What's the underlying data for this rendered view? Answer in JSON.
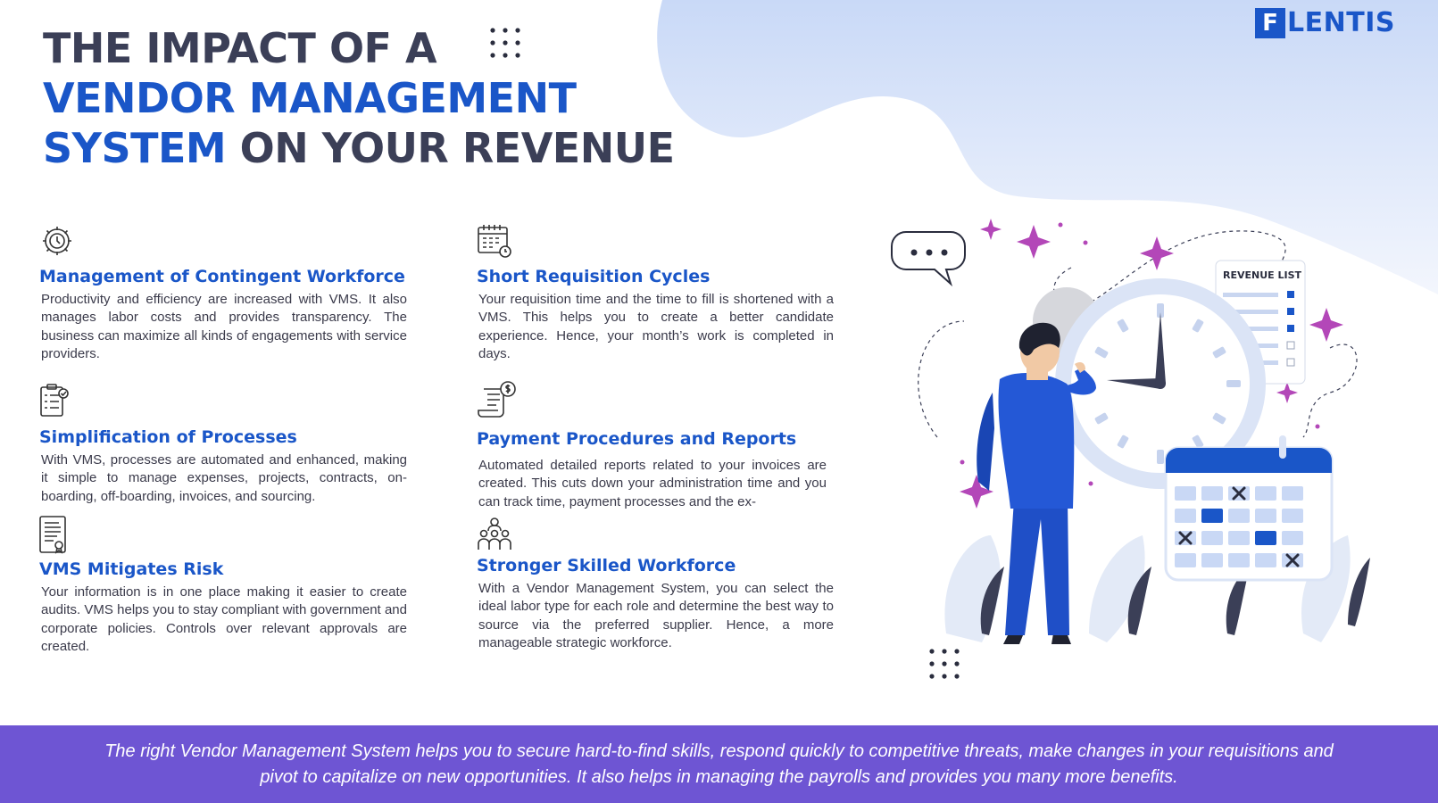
{
  "brand": {
    "logo_letter": "F",
    "logo_text": "LENTIS"
  },
  "title": {
    "line1": "THE IMPACT OF A",
    "line2": "VENDOR MANAGEMENT",
    "line3_blue": "SYSTEM",
    "line3_dark": " ON YOUR REVENUE"
  },
  "features": [
    {
      "icon": "gear-clock-icon",
      "title": "Management of Contingent Workforce",
      "text": "Productivity and efficiency are increased with VMS. It also manages labor costs and provides transparency. The business can maximize all kinds of engagements with service providers."
    },
    {
      "icon": "calendar-clock-icon",
      "title": "Short Requisition Cycles",
      "text": "Your requisition time and the time to fill is shortened with a VMS. This helps you to create a better candidate experience. Hence, your month’s work is completed in days."
    },
    {
      "icon": "checklist-icon",
      "title": "Simplification of Processes",
      "text": "With VMS, processes are automated and enhanced, making it simple to manage expenses, projects, contracts, on-boarding, off-boarding, invoices, and sourcing."
    },
    {
      "icon": "invoice-dollar-icon",
      "title": "Payment Procedures and Reports",
      "text": "Automated detailed reports related to your invoices are created. This cuts down your administration time and you can track time, payment processes and the ex-"
    },
    {
      "icon": "document-seal-icon",
      "title": "VMS Mitigates Risk",
      "text": "Your information is in one place making it easier to create audits. VMS helps you to stay compliant with government and corporate policies. Controls over relevant approvals are created."
    },
    {
      "icon": "team-icon",
      "title": "Stronger Skilled Workforce",
      "text": "With a Vendor Management System, you can select the ideal labor type for each role and determine the best way to source via the preferred supplier. Hence, a more manageable strategic workforce."
    }
  ],
  "illustration": {
    "revenue_list_label": "REVENUE LIST"
  },
  "footer": {
    "text": "The right Vendor Management System helps you to secure hard-to-find skills, respond quickly to competitive threats, make changes in your requisitions and pivot to capitalize on new opportunities. It also helps in managing the payrolls and provides you many more benefits."
  },
  "colors": {
    "accent_blue": "#1a56c8",
    "title_dark": "#3b3f57",
    "footer_purple": "#6e55d3",
    "sparkle_pink": "#b347b8"
  }
}
